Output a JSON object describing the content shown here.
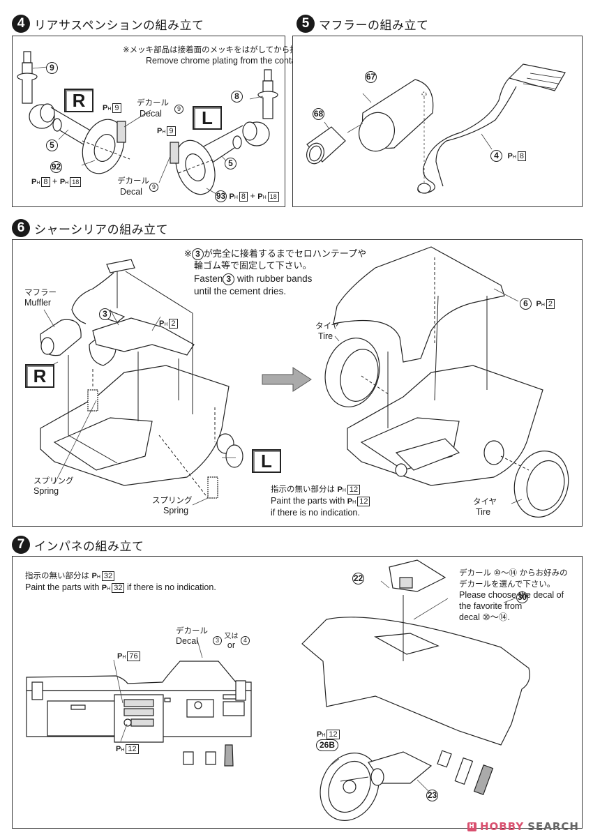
{
  "steps": {
    "s4": {
      "number": "4",
      "title": "リアサスペンションの組み立て",
      "note_jp": "※メッキ部品は接着面のメッキをはがしてから接着して下さい。",
      "note_en": "Remove chrome plating from the contact points before applying cement.",
      "right_side": {
        "side_label": "R",
        "part_upper": "9",
        "part_axle": "5",
        "part_disc": "92",
        "paint_caliper": "9",
        "decal_jp": "デカール",
        "decal_en": "Decal",
        "decal_no": "9",
        "paint_disc_a": "8",
        "paint_disc_b": "18"
      },
      "left_side": {
        "side_label": "L",
        "part_upper": "8",
        "part_axle": "5",
        "part_disc": "93",
        "paint_caliper": "9",
        "decal_jp": "デカール",
        "decal_en": "Decal",
        "decal_no": "9",
        "paint_disc_a": "8",
        "paint_disc_b": "18"
      },
      "plus": "+"
    },
    "s5": {
      "number": "5",
      "title": "マフラーの組み立て",
      "part_muffler": "67",
      "part_tip": "68",
      "part_pipe": "4",
      "paint_pipe": "8"
    },
    "s6": {
      "number": "6",
      "title": "シャーシリアの組み立て",
      "note_jp_1": "※",
      "note_part": "3",
      "note_jp_1b": "が完全に接着するまでセロハンテープや",
      "note_jp_2": "輪ゴム等で固定して下さい。",
      "note_en_1a": "Fasten",
      "note_en_1b": "with rubber bands",
      "note_en_2": "until the cement dries.",
      "muffler_jp": "マフラー",
      "muffler_en": "Muffler",
      "part_3": "3",
      "paint_3": "2",
      "side_r": "R",
      "side_l": "L",
      "spring_jp": "スプリング",
      "spring_en": "Spring",
      "tire_jp": "タイヤ",
      "tire_en": "Tire",
      "part_6": "6",
      "paint_6": "2",
      "default_jp": "指示の無い部分は",
      "default_paint": "12",
      "default_en_1": "Paint the parts with",
      "default_en_2": "if there is no indication."
    },
    "s7": {
      "number": "7",
      "title": "インパネの組み立て",
      "default_jp": "指示の無い部分は",
      "default_paint": "32",
      "default_en_1": "Paint the parts with",
      "default_en_2": "if there is no indication.",
      "gauge_decal_jp": "デカール",
      "gauge_decal_en": "Decal",
      "gauge_decal_a": "3",
      "gauge_or_jp": "又は",
      "gauge_or_en": "or",
      "gauge_decal_b": "4",
      "paint_console": "76",
      "paint_knob": "12",
      "part_22": "22",
      "part_30": "30",
      "part_23": "23",
      "part_26b": "26B",
      "paint_wheel": "12",
      "decal_note_jp_1": "デカール ⑩～⑭ からお好みの",
      "decal_note_jp_2": "デカールを選んで下さい。",
      "decal_note_en_1": "Please choose the decal of",
      "decal_note_en_2": "the favorite from",
      "decal_note_en_3": "decal ⑩～⑭."
    }
  },
  "paint_prefix": "P",
  "paint_sub": "H",
  "watermark": {
    "brand_a": "HOBBY",
    "brand_b": "SEARCH",
    "brand_color": "#d9506f",
    "brand_b_color": "#666666"
  }
}
